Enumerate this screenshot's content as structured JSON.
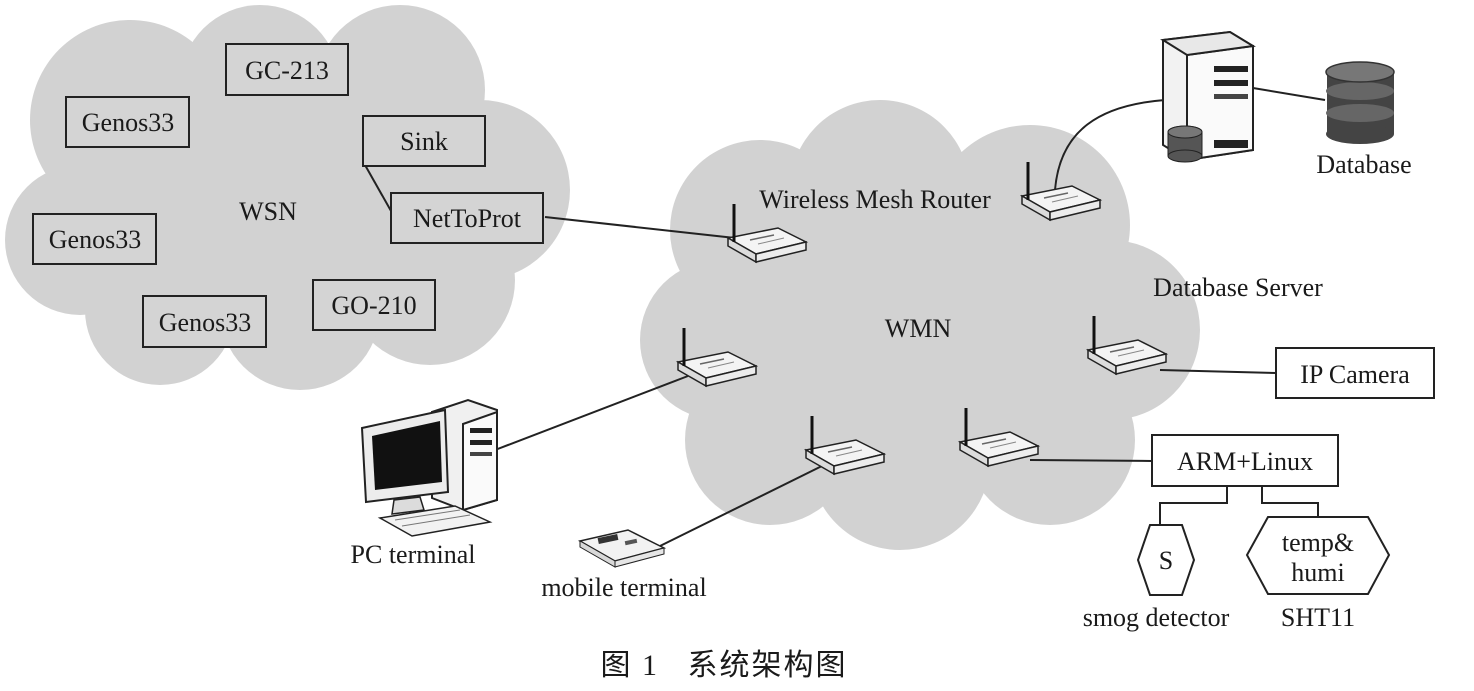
{
  "diagram": {
    "wsn": {
      "label": "WSN",
      "nodes": {
        "gc213": "GC-213",
        "genos_a": "Genos33",
        "sink": "Sink",
        "genos_b": "Genos33",
        "nettoprot": "NetToProt",
        "genos_c": "Genos33",
        "go210": "GO-210"
      }
    },
    "wmn": {
      "label": "WMN",
      "router_label": "Wireless Mesh Router"
    },
    "server": {
      "label": "Database Server",
      "database_label": "Database"
    },
    "devices": {
      "ip_camera": "IP Camera",
      "arm_linux": "ARM+Linux",
      "smog_symbol": "S",
      "smog_label": "smog detector",
      "sht_line1": "temp&",
      "sht_line2": "humi",
      "sht_label": "SHT11",
      "pc_label": "PC terminal",
      "mobile_label": "mobile terminal"
    },
    "caption": "图 1   系统架构图"
  }
}
